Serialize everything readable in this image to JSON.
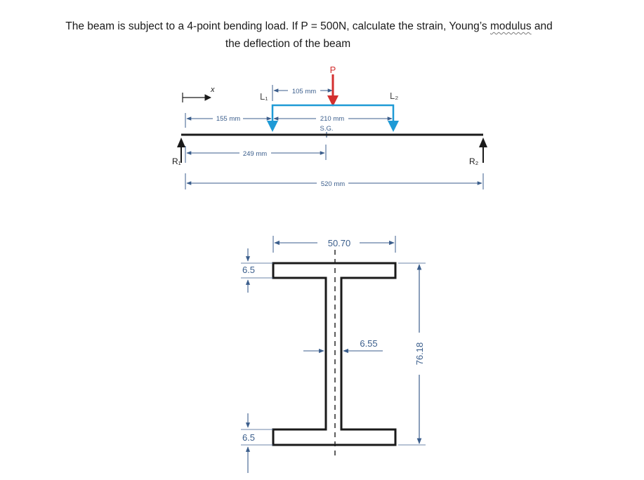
{
  "question": {
    "line1_before": "The beam is subject to a 4-point bending load. If P = 500N, calculate the strain, Young’s ",
    "line1_squiggle": "modulus",
    "line1_after": " and",
    "line2": "the deflection of the beam"
  },
  "beam_diagram": {
    "x_label": "x",
    "load_label": "P",
    "l1_label": "L₁",
    "l2_label": "L₂",
    "r1_label": "R₁",
    "r2_label": "R₂",
    "dim_105": "105 mm",
    "dim_155": "155 mm",
    "dim_210": "210 mm",
    "sg_label": "S.G.",
    "dim_249": "249 mm",
    "dim_520": "520 mm",
    "colors": {
      "load": "#d32f2f",
      "distribution": "#1e9ad6",
      "dimension": "#3b5e8c",
      "beam": "#1a1a1a"
    }
  },
  "cross_section": {
    "flange_width": "50.70",
    "top_flange_thickness": "6.5",
    "bottom_flange_thickness": "6.5",
    "web_thickness": "6.55",
    "height": "76.18"
  }
}
